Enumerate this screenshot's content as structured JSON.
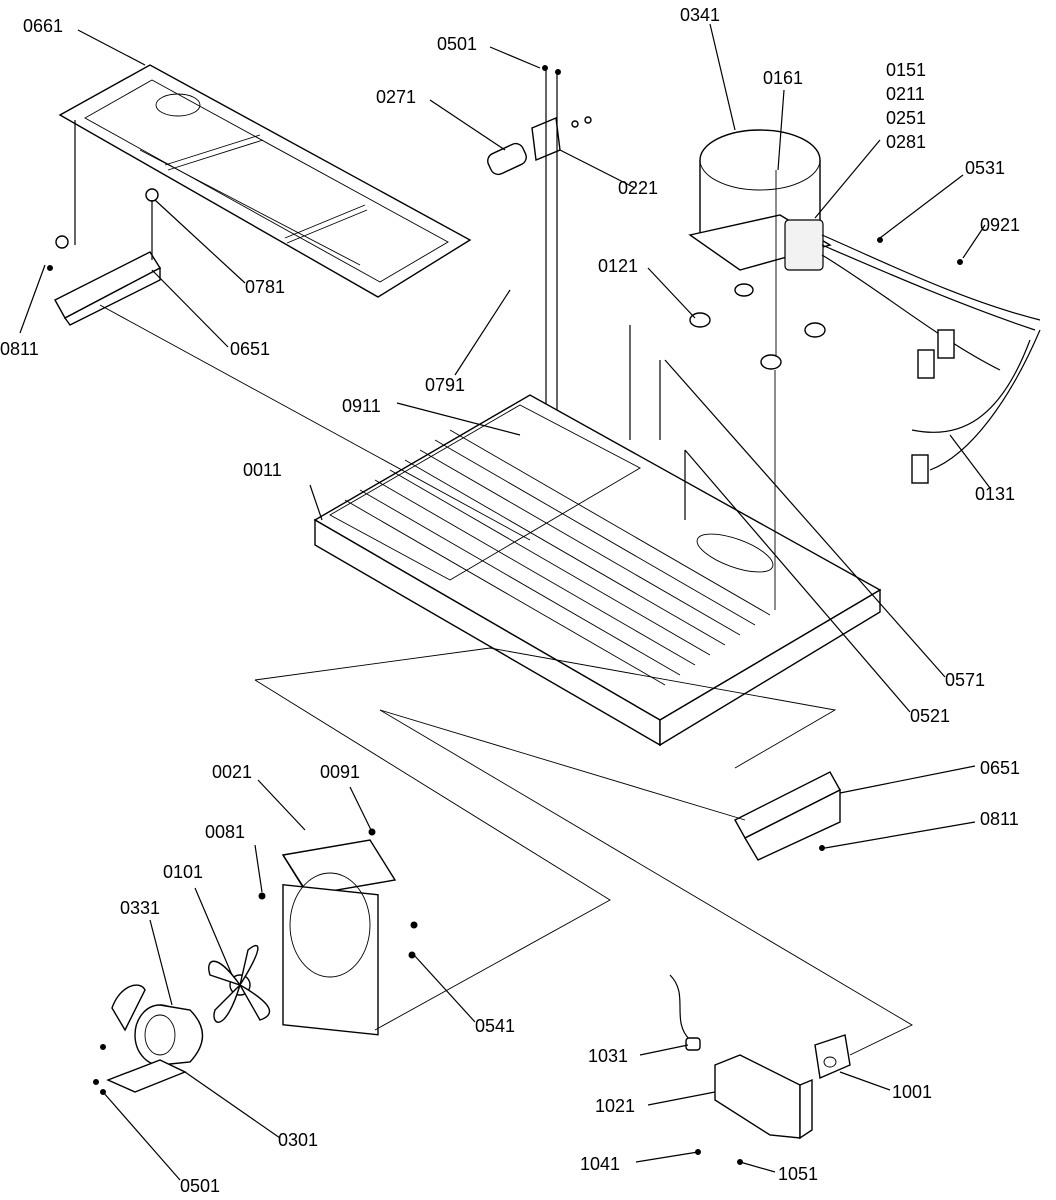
{
  "callouts": [
    {
      "id": "c0661",
      "text": "0661"
    },
    {
      "id": "c0501a",
      "text": "0501"
    },
    {
      "id": "c0341",
      "text": "0341"
    },
    {
      "id": "c0271",
      "text": "0271"
    },
    {
      "id": "c0161",
      "text": "0161"
    },
    {
      "id": "c0151",
      "text": "0151"
    },
    {
      "id": "c0211",
      "text": "0211"
    },
    {
      "id": "c0251",
      "text": "0251"
    },
    {
      "id": "c0281",
      "text": "0281"
    },
    {
      "id": "c0221",
      "text": "0221"
    },
    {
      "id": "c0531",
      "text": "0531"
    },
    {
      "id": "c0921",
      "text": "0921"
    },
    {
      "id": "c0121",
      "text": "0121"
    },
    {
      "id": "c0781",
      "text": "0781"
    },
    {
      "id": "c0811a",
      "text": "0811"
    },
    {
      "id": "c0651a",
      "text": "0651"
    },
    {
      "id": "c0791",
      "text": "0791"
    },
    {
      "id": "c0911",
      "text": "0911"
    },
    {
      "id": "c0131",
      "text": "0131"
    },
    {
      "id": "c0011",
      "text": "0011"
    },
    {
      "id": "c0571",
      "text": "0571"
    },
    {
      "id": "c0521",
      "text": "0521"
    },
    {
      "id": "c0021",
      "text": "0021"
    },
    {
      "id": "c0091",
      "text": "0091"
    },
    {
      "id": "c0651b",
      "text": "0651"
    },
    {
      "id": "c0081",
      "text": "0081"
    },
    {
      "id": "c0811b",
      "text": "0811"
    },
    {
      "id": "c0101",
      "text": "0101"
    },
    {
      "id": "c0331",
      "text": "0331"
    },
    {
      "id": "c0541",
      "text": "0541"
    },
    {
      "id": "c1031",
      "text": "1031"
    },
    {
      "id": "c1001",
      "text": "1001"
    },
    {
      "id": "c1021",
      "text": "1021"
    },
    {
      "id": "c0301",
      "text": "0301"
    },
    {
      "id": "c1041",
      "text": "1041"
    },
    {
      "id": "c1051",
      "text": "1051"
    },
    {
      "id": "c0501b",
      "text": "0501"
    }
  ]
}
